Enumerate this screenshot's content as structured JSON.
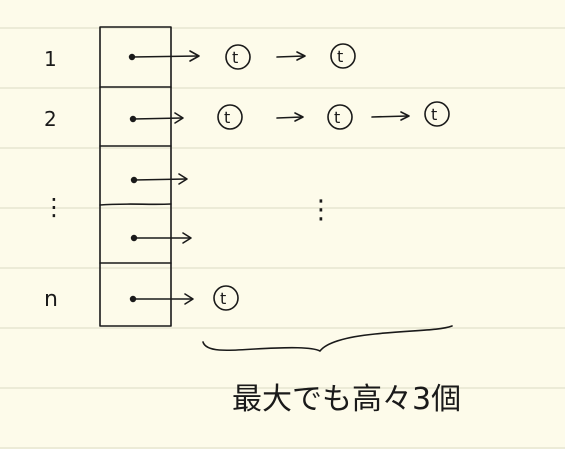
{
  "row_labels": [
    "1",
    "2",
    "⋮",
    "n"
  ],
  "node_label": "t",
  "ellipsis": "⋮",
  "brace_note": "最大でも高々3個",
  "colors": {
    "paper": "#fdfbea",
    "rule": "#ecebd7",
    "ink": "#1a1a1a"
  }
}
